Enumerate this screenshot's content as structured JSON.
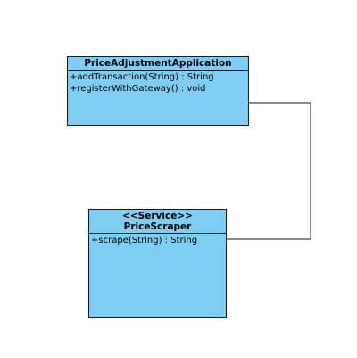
{
  "diagram": {
    "classes": [
      {
        "id": "price-adjustment-application",
        "stereotype": "",
        "name": "PriceAdjustmentApplication",
        "operations": [
          "+addTransaction(String) : String",
          "+registerWithGateway() : void"
        ]
      },
      {
        "id": "price-scraper",
        "stereotype": "<<Service>>",
        "name": "PriceScraper",
        "operations": [
          "+scrape(String) : String"
        ]
      }
    ],
    "associations": [
      {
        "from": "price-adjustment-application",
        "to": "price-scraper",
        "kind": "association"
      }
    ],
    "colors": {
      "class_fill": "#7fcdf3",
      "class_border": "#1a1a1a",
      "connector": "#1a1a1a",
      "background": "#ffffff"
    }
  }
}
